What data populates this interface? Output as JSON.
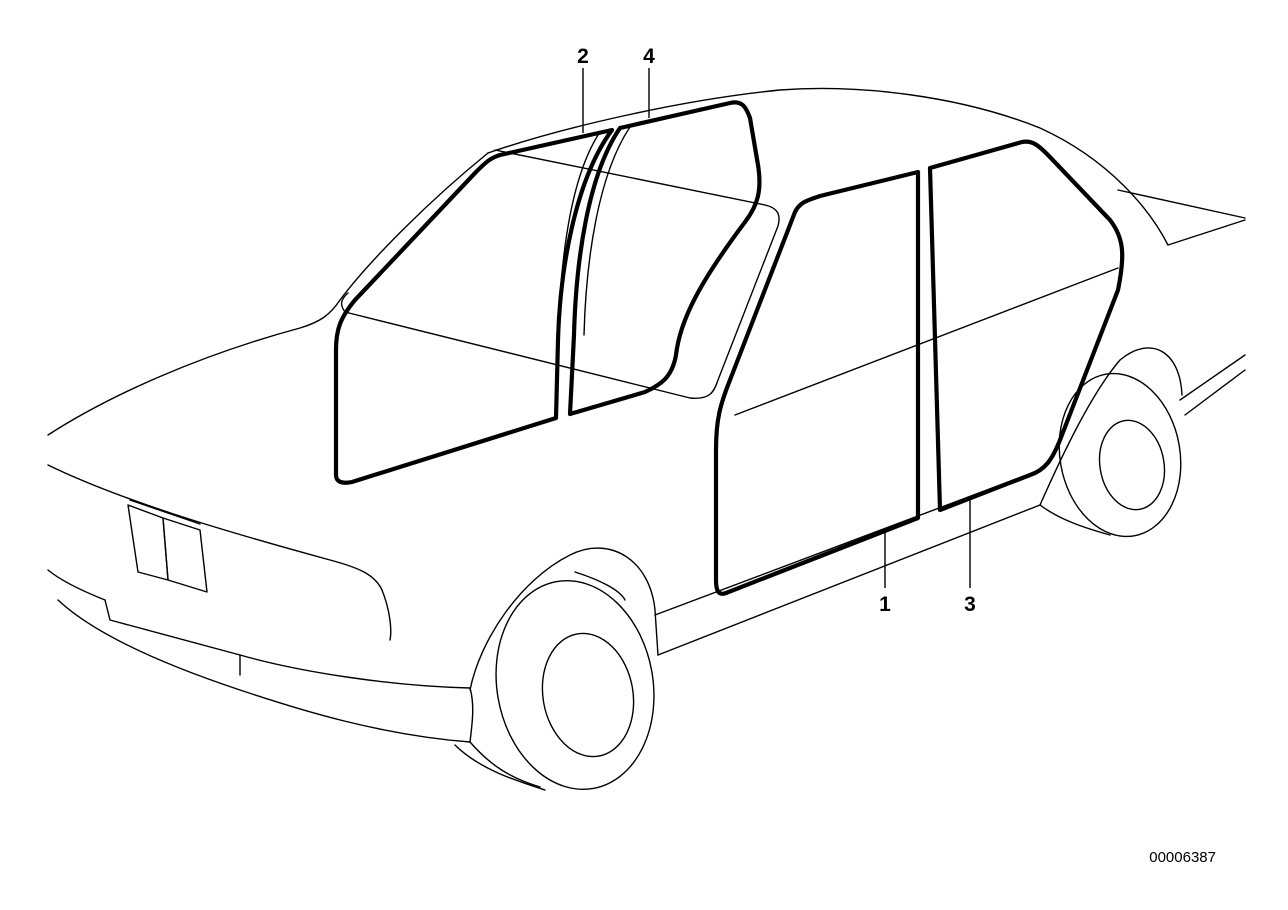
{
  "diagram": {
    "callouts": {
      "c1": "1",
      "c2": "2",
      "c3": "3",
      "c4": "4"
    },
    "reference_number": "00006387"
  }
}
